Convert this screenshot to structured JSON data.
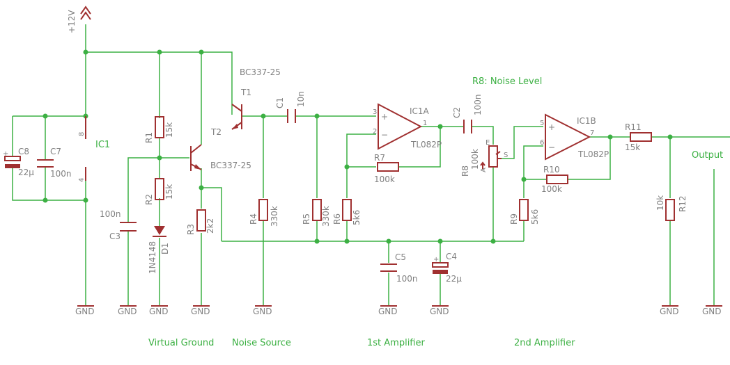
{
  "supply": {
    "label": "+12V"
  },
  "ground": {
    "label": "GND"
  },
  "sections": {
    "virtual_ground": "Virtual Ground",
    "noise_source": "Noise Source",
    "first_amp": "1st Amplifier",
    "second_amp": "2nd Amplifier",
    "noise_level": "R8: Noise Level",
    "output": "Output",
    "ic1": "IC1"
  },
  "components": {
    "c8": {
      "name": "C8",
      "value": "22µ"
    },
    "c7": {
      "name": "C7",
      "value": "100n"
    },
    "r1": {
      "name": "R1",
      "value": "15k"
    },
    "r2": {
      "name": "R2",
      "value": "15k"
    },
    "d1": {
      "name": "D1",
      "value": "1N4148"
    },
    "c3": {
      "name": "C3",
      "value": "100n"
    },
    "r3": {
      "name": "R3",
      "value": "2k2"
    },
    "t1": {
      "name": "T1",
      "value": "BC337-25"
    },
    "t2": {
      "name": "T2",
      "value": "BC337-25"
    },
    "c1": {
      "name": "C1",
      "value": "10n"
    },
    "r4": {
      "name": "R4",
      "value": "330k"
    },
    "r5": {
      "name": "R5",
      "value": "330k"
    },
    "r6": {
      "name": "R6",
      "value": "5k6"
    },
    "ic1a": {
      "name": "IC1A",
      "value": "TL082P"
    },
    "r7": {
      "name": "R7",
      "value": "100k"
    },
    "c2": {
      "name": "C2",
      "value": "100n"
    },
    "r8": {
      "name": "R8",
      "value": "100k"
    },
    "c5": {
      "name": "C5",
      "value": "100n"
    },
    "c4": {
      "name": "C4",
      "value": "22µ"
    },
    "ic1b": {
      "name": "IC1B",
      "value": "TL082P"
    },
    "r9": {
      "name": "R9",
      "value": "5k6"
    },
    "r10": {
      "name": "R10",
      "value": "100k"
    },
    "r11": {
      "name": "R11",
      "value": "15k"
    },
    "r12": {
      "name": "R12",
      "value": "10k"
    }
  },
  "pins": {
    "ic1_top": "8",
    "ic1_bot": "4",
    "a_plus": "3",
    "a_minus": "2",
    "a_out": "1",
    "b_plus": "5",
    "b_minus": "6",
    "b_out": "7",
    "pot_a": "A",
    "pot_e": "E",
    "pot_s": "S",
    "plus": "+",
    "minus": "−"
  }
}
